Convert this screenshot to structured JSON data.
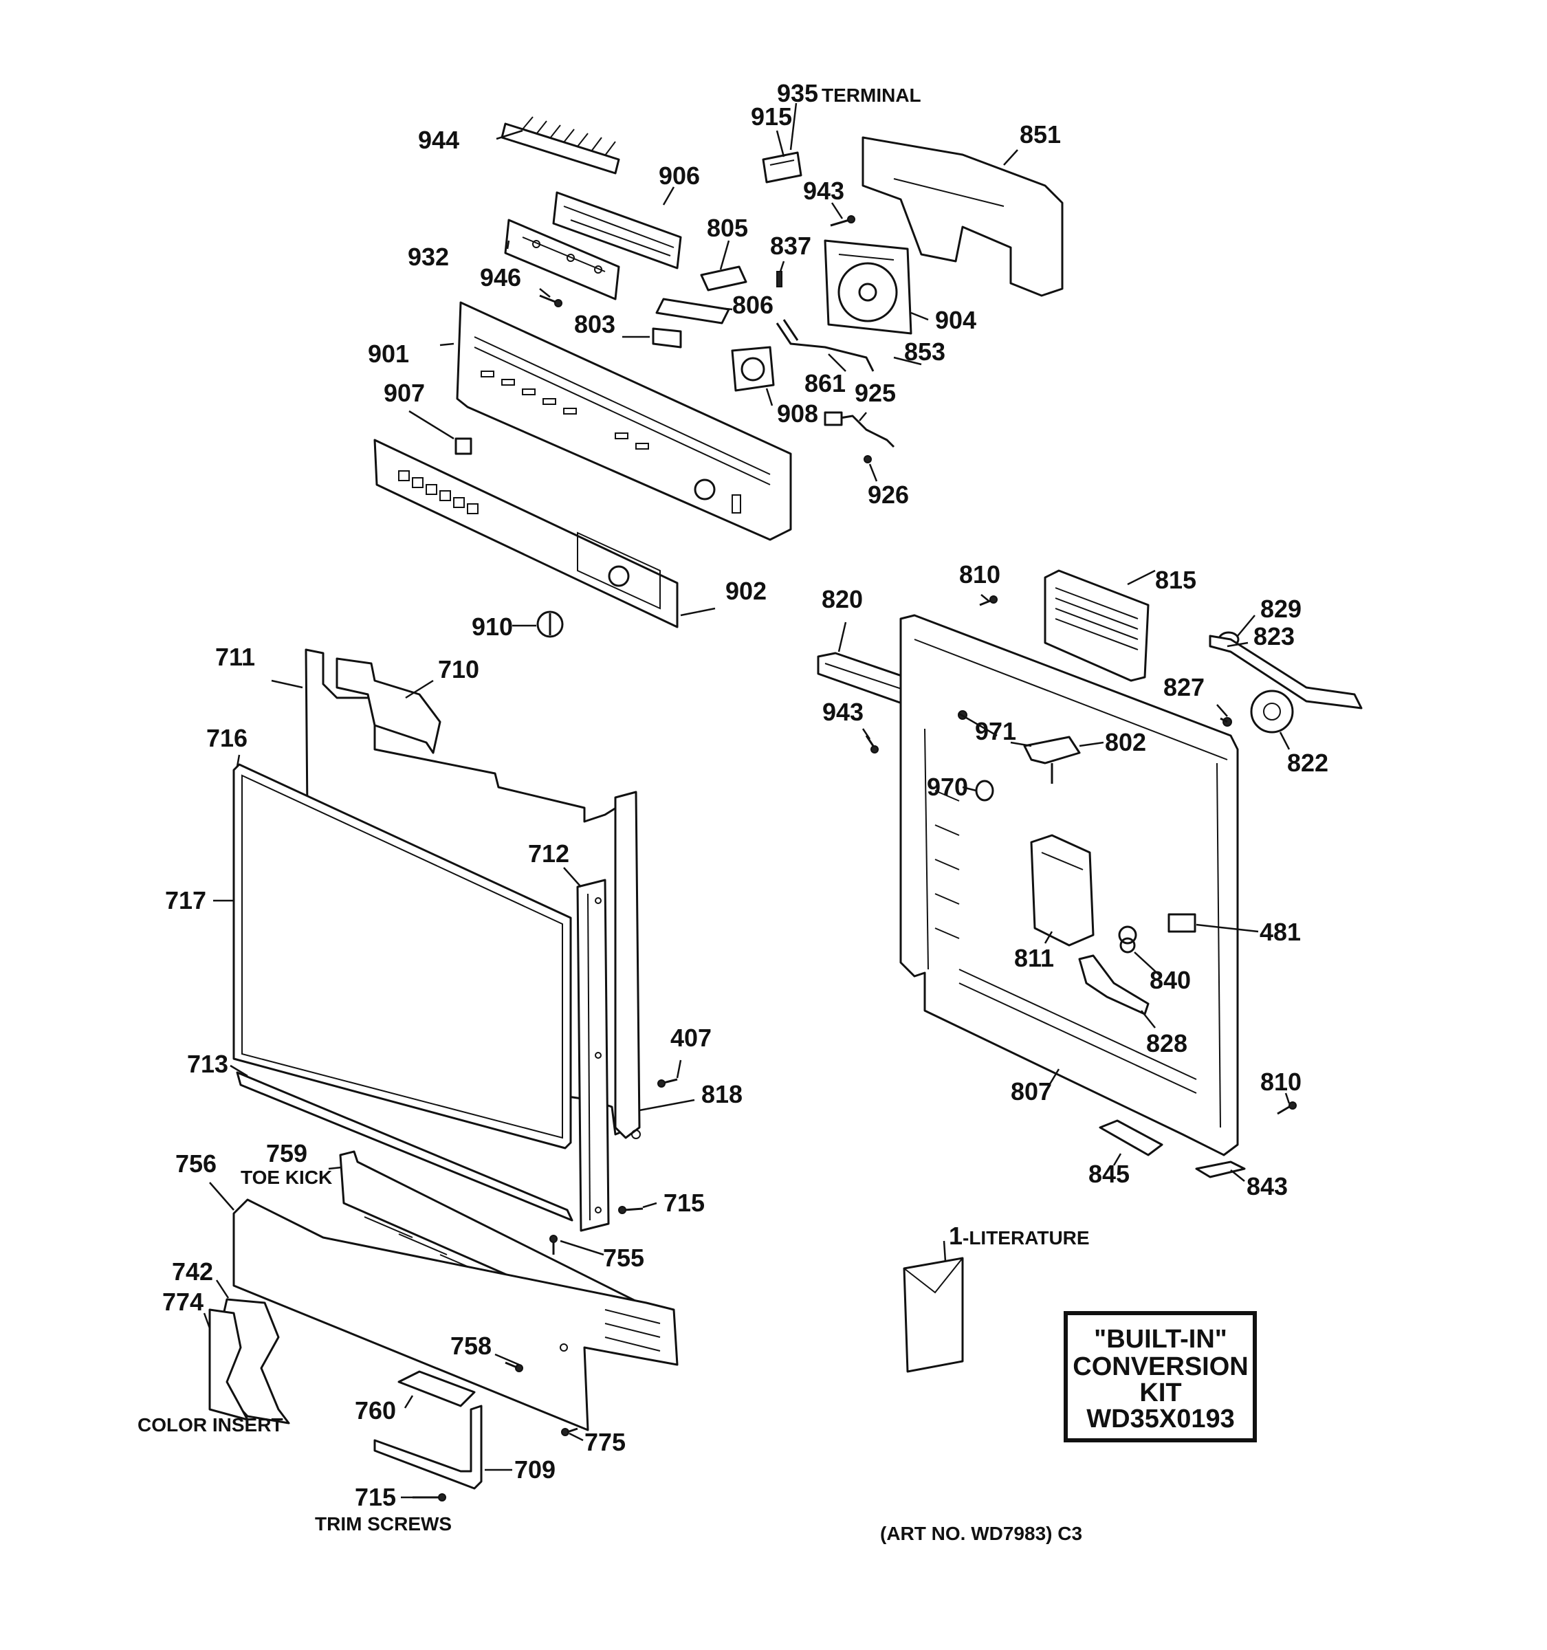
{
  "labels": {
    "p935": "935",
    "terminal": "TERMINAL",
    "p915": "915",
    "p851": "851",
    "p944": "944",
    "p906": "906",
    "p943a": "943",
    "p805": "805",
    "p837": "837",
    "p932": "932",
    "p946": "946",
    "p806": "806",
    "p803": "803",
    "p904": "904",
    "p901": "901",
    "p853": "853",
    "p861": "861",
    "p925": "925",
    "p907": "907",
    "p908": "908",
    "p926": "926",
    "p810a": "810",
    "p815": "815",
    "p820": "820",
    "p829": "829",
    "p823": "823",
    "p902": "902",
    "p910": "910",
    "p711": "711",
    "p710": "710",
    "p827": "827",
    "p943b": "943",
    "p971": "971",
    "p802": "802",
    "p716": "716",
    "p822": "822",
    "p970": "970",
    "p712": "712",
    "p717": "717",
    "p481": "481",
    "p811": "811",
    "p840": "840",
    "p407": "407",
    "p828": "828",
    "p713": "713",
    "p818": "818",
    "p810b": "810",
    "p807": "807",
    "p759": "759",
    "toe_kick": "TOE KICK",
    "p756": "756",
    "p845": "845",
    "p843": "843",
    "p715a": "715",
    "p755": "755",
    "p1": "1",
    "literature": "-LITERATURE",
    "p742": "742",
    "p774": "774",
    "p758": "758",
    "color_insert": "COLOR INSERT",
    "p760": "760",
    "p775": "775",
    "p709": "709",
    "p715b": "715",
    "trim_screws": "TRIM SCREWS",
    "art_no": "(ART NO. WD7983) C3"
  },
  "kit": {
    "line1": "\"BUILT-IN\"",
    "line2": "CONVERSION",
    "line3": "KIT",
    "line4": "WD35X0193"
  }
}
